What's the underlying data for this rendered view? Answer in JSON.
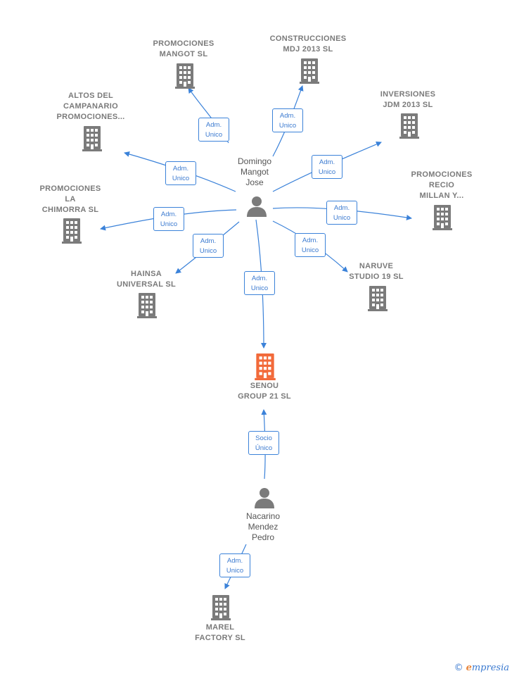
{
  "colors": {
    "edge": "#3b82d9",
    "company": "#7b7b7b",
    "focus_company": "#f26a3a",
    "person": "#7b7b7b"
  },
  "nodes": {
    "domingo": {
      "label": "Domingo\nMangot\nJose",
      "type": "person"
    },
    "nacarino": {
      "label": "Nacarino\nMendez\nPedro",
      "type": "person"
    },
    "senou": {
      "label": "SENOU\nGROUP 21  SL",
      "type": "focus-company"
    },
    "mangot": {
      "label": "PROMOCIONES\nMANGOT  SL",
      "type": "company"
    },
    "mdj": {
      "label": "CONSTRUCCIONES\nMDJ 2013  SL",
      "type": "company"
    },
    "jdm": {
      "label": "INVERSIONES\nJDM 2013  SL",
      "type": "company"
    },
    "altos": {
      "label": "ALTOS DEL\nCAMPANARIO\nPROMOCIONES...",
      "type": "company"
    },
    "recio": {
      "label": "PROMOCIONES\nRECIO\nMILLAN Y...",
      "type": "company"
    },
    "chimorra": {
      "label": "PROMOCIONES\nLA\nCHIMORRA SL",
      "type": "company"
    },
    "hainsa": {
      "label": "HAINSA\nUNIVERSAL  SL",
      "type": "company"
    },
    "naruve": {
      "label": "NARUVE\nSTUDIO 19  SL",
      "type": "company"
    },
    "marel": {
      "label": "MAREL\nFACTORY  SL",
      "type": "company"
    }
  },
  "edges": {
    "e1": {
      "line1": "Adm.",
      "line2": "Unico"
    },
    "e2": {
      "line1": "Adm.",
      "line2": "Unico"
    },
    "e3": {
      "line1": "Adm.",
      "line2": "Unico"
    },
    "e4": {
      "line1": "Adm.",
      "line2": "Unico"
    },
    "e5": {
      "line1": "Adm.",
      "line2": "Unico"
    },
    "e6": {
      "line1": "Adm.",
      "line2": "Unico"
    },
    "e7": {
      "line1": "Adm.",
      "line2": "Unico"
    },
    "e8": {
      "line1": "Adm.",
      "line2": "Unico"
    },
    "e9": {
      "line1": "Adm.",
      "line2": "Unico"
    },
    "e10": {
      "line1": "Socio",
      "line2": "Único"
    },
    "e11": {
      "line1": "Adm.",
      "line2": "Unico"
    }
  },
  "branding": {
    "copyright": "©",
    "brand_first": "e",
    "brand_rest": "mpresia"
  }
}
